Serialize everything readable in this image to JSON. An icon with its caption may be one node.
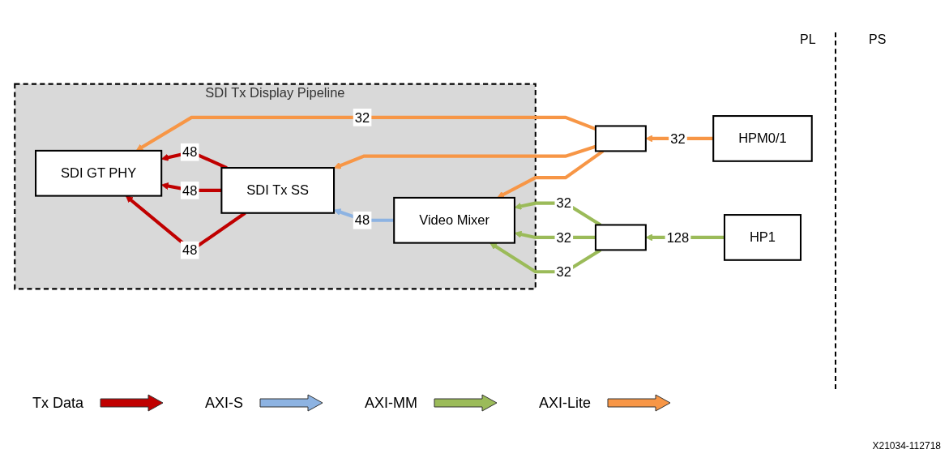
{
  "diagram": {
    "nodes": [
      {
        "text": [
          "SDI Tx Display Pipeline"
        ]
      },
      {
        "text": [
          "SDI GT PHY"
        ],
        "in": 0
      },
      {
        "text": [
          "SDI Tx SS"
        ],
        "in": 0
      },
      {
        "text": [
          "Video Mixer"
        ],
        "in": 0
      },
      {
        "text": [],
        "shape": "box"
      },
      {
        "text": [
          "HPM0/1"
        ]
      },
      {
        "text": [],
        "shape": "box"
      },
      {
        "text": [
          "HP1"
        ]
      }
    ],
    "edges": [
      {
        "from": 5,
        "to": 4,
        "arrow": "to",
        "label": "32",
        "color": "#f79646"
      },
      {
        "from": 4,
        "to": 1,
        "arrow": "to",
        "label": "32",
        "color": "#f79646"
      },
      {
        "from": 4,
        "to": 2,
        "arrow": "to",
        "color": "#f79646"
      },
      {
        "from": 4,
        "to": 3,
        "arrow": "to",
        "color": "#f79646"
      },
      {
        "from": 2,
        "to": 1,
        "arrow": "to",
        "label": "48",
        "color": "#c00000"
      },
      {
        "from": 2,
        "to": 1,
        "arrow": "to",
        "label": "48",
        "color": "#c00000"
      },
      {
        "from": 2,
        "to": 1,
        "arrow": "to",
        "label": "48",
        "color": "#c00000"
      },
      {
        "from": 3,
        "to": 2,
        "arrow": "to",
        "label": "48",
        "color": "#8db3e2"
      },
      {
        "from": 6,
        "to": 3,
        "arrow": "to",
        "label": "32",
        "color": "#9bbb59"
      },
      {
        "from": 6,
        "to": 3,
        "arrow": "to",
        "label": "32",
        "color": "#9bbb59"
      },
      {
        "from": 6,
        "to": 3,
        "arrow": "to",
        "label": "32",
        "color": "#9bbb59"
      },
      {
        "from": 7,
        "to": 6,
        "arrow": "to",
        "label": "128",
        "color": "#9bbb59"
      }
    ],
    "labels": [
      "PL",
      "PS",
      "X21034-112718"
    ],
    "legend": [
      {
        "text": "Tx Data",
        "color": "#c00000"
      },
      {
        "text": "AXI-S",
        "color": "#8db3e2"
      },
      {
        "text": "AXI-MM",
        "color": "#9bbb59"
      },
      {
        "text": "AXI-Lite",
        "color": "#f79646"
      }
    ]
  }
}
